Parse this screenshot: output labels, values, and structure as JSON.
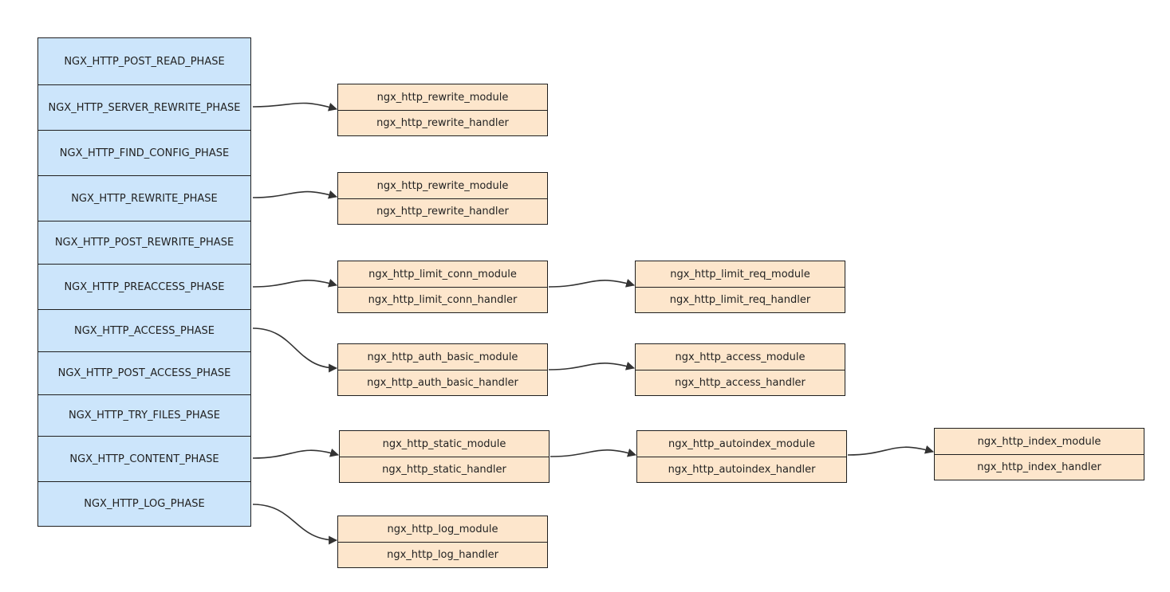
{
  "phases": [
    "NGX_HTTP_POST_READ_PHASE",
    "NGX_HTTP_SERVER_REWRITE_PHASE",
    "NGX_HTTP_FIND_CONFIG_PHASE",
    "NGX_HTTP_REWRITE_PHASE",
    "NGX_HTTP_POST_REWRITE_PHASE",
    "NGX_HTTP_PREACCESS_PHASE",
    "NGX_HTTP_ACCESS_PHASE",
    "NGX_HTTP_POST_ACCESS_PHASE",
    "NGX_HTTP_TRY_FILES_PHASE",
    "NGX_HTTP_CONTENT_PHASE",
    "NGX_HTTP_LOG_PHASE"
  ],
  "modules": [
    {
      "module": "ngx_http_rewrite_module",
      "handler": "ngx_http_rewrite_handler"
    },
    {
      "module": "ngx_http_rewrite_module",
      "handler": "ngx_http_rewrite_handler"
    },
    {
      "module": "ngx_http_limit_conn_module",
      "handler": "ngx_http_limit_conn_handler"
    },
    {
      "module": "ngx_http_limit_req_module",
      "handler": "ngx_http_limit_req_handler"
    },
    {
      "module": "ngx_http_auth_basic_module",
      "handler": "ngx_http_auth_basic_handler"
    },
    {
      "module": "ngx_http_access_module",
      "handler": "ngx_http_access_handler"
    },
    {
      "module": "ngx_http_static_module",
      "handler": "ngx_http_static_handler"
    },
    {
      "module": "ngx_http_autoindex_module",
      "handler": "ngx_http_autoindex_handler"
    },
    {
      "module": "ngx_http_index_module",
      "handler": "ngx_http_index_handler"
    },
    {
      "module": "ngx_http_log_module",
      "handler": "ngx_http_log_handler"
    }
  ],
  "colors": {
    "phase_fill": "#cce5fb",
    "module_fill": "#fde6cc",
    "border": "#1f1f1f",
    "connector": "#333333"
  }
}
